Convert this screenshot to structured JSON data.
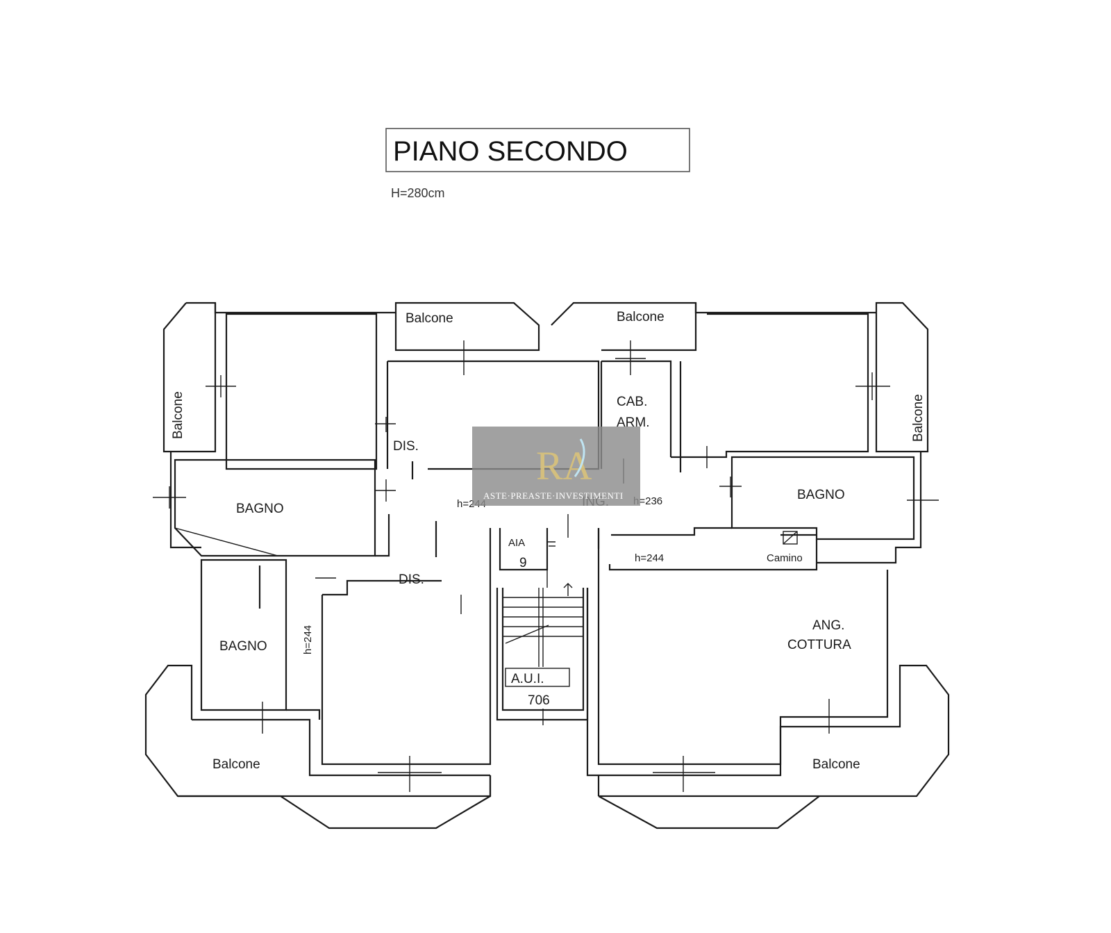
{
  "title": "PIANO SECONDO",
  "floor_height": "H=280cm",
  "rooms": {
    "balcone_top_left": "Balcone",
    "balcone_top_right": "Balcone",
    "balcone_left": "Balcone",
    "balcone_right": "Balcone",
    "balcone_bottom_left": "Balcone",
    "balcone_bottom_right": "Balcone",
    "bagno_left": "BAGNO",
    "bagno_lower_left": "BAGNO",
    "bagno_right": "BAGNO",
    "dis_upper": "DIS.",
    "dis_lower": "DIS.",
    "cab_line1": "CAB.",
    "cab_line2": "ARM.",
    "ing": "ING.",
    "aia_line1": "AIA",
    "aia_line2": "9",
    "aui_line1": "A.U.I.",
    "aui_line2": "706",
    "ang_line1": "ANG.",
    "ang_line2": "COTTURA",
    "camino": "Camino"
  },
  "heights": {
    "h_center_left": "h=244",
    "h_center_right": "h=236",
    "h_right": "h=244",
    "h_vertical": "h=244"
  },
  "watermark": {
    "text": "ASTE·PREASTE·INVESTIMENTI",
    "logo_letters": "RA"
  },
  "colors": {
    "line": "#1a1a1a",
    "watermark_box": "#8c8c8c",
    "watermark_logo": "#d9c27a"
  }
}
